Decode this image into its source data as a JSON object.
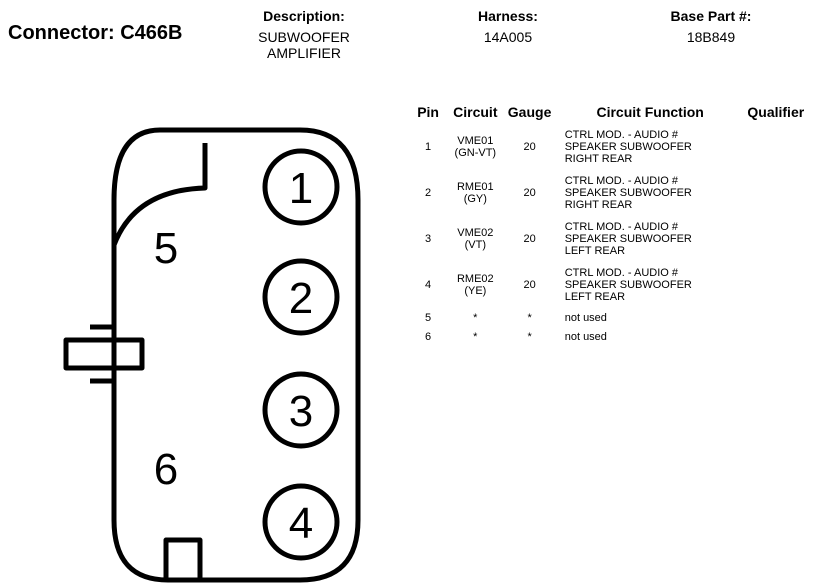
{
  "connector": {
    "title": "Connector: C466B"
  },
  "header": {
    "description_label": "Description:",
    "description_value": "SUBWOOFER\nAMPLIFIER",
    "harness_label": "Harness:",
    "harness_value": "14A005",
    "base_part_label": "Base Part #:",
    "base_part_value": "18B849"
  },
  "table": {
    "headers": {
      "pin": "Pin",
      "circuit": "Circuit",
      "gauge": "Gauge",
      "function": "Circuit Function",
      "qualifier": "Qualifier"
    },
    "rows": [
      {
        "pin": "1",
        "circuit": "VME01\n(GN-VT)",
        "gauge": "20",
        "function": "CTRL MOD. - AUDIO #\nSPEAKER SUBWOOFER\nRIGHT REAR",
        "qualifier": ""
      },
      {
        "pin": "2",
        "circuit": "RME01\n(GY)",
        "gauge": "20",
        "function": "CTRL MOD. - AUDIO #\nSPEAKER SUBWOOFER\nRIGHT REAR",
        "qualifier": ""
      },
      {
        "pin": "3",
        "circuit": "VME02\n(VT)",
        "gauge": "20",
        "function": "CTRL MOD. - AUDIO #\nSPEAKER SUBWOOFER\nLEFT REAR",
        "qualifier": ""
      },
      {
        "pin": "4",
        "circuit": "RME02\n(YE)",
        "gauge": "20",
        "function": "CTRL MOD. - AUDIO #\nSPEAKER SUBWOOFER\nLEFT REAR",
        "qualifier": ""
      },
      {
        "pin": "5",
        "circuit": "*",
        "gauge": "*",
        "function": "not used",
        "qualifier": ""
      },
      {
        "pin": "6",
        "circuit": "*",
        "gauge": "*",
        "function": "not used",
        "qualifier": ""
      }
    ]
  },
  "diagram": {
    "pin_labels": [
      "1",
      "2",
      "3",
      "4",
      "5",
      "6"
    ]
  }
}
